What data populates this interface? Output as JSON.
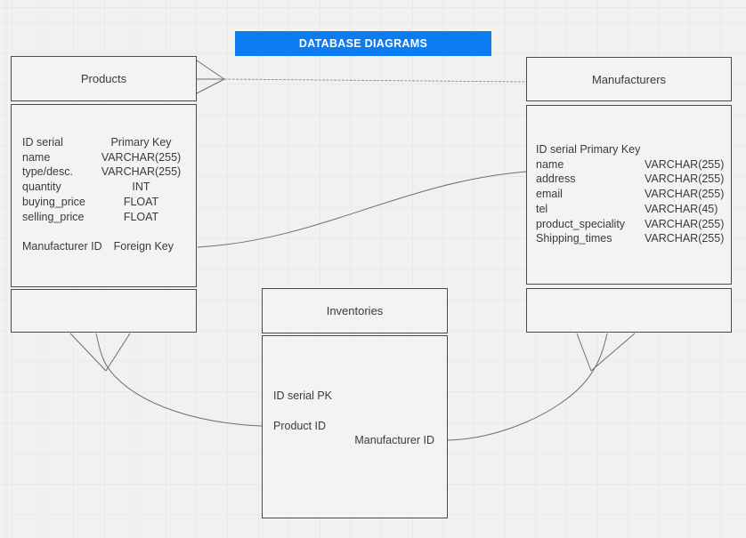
{
  "banner": {
    "label": "DATABASE DIAGRAMS",
    "color": "#0b7cf1"
  },
  "colors": {
    "background": "#f1f1f0",
    "table_fill": "#f3f3f1",
    "table_border": "#4b4b4b",
    "connector": "#6e6e6e",
    "text": "#3a3a3a"
  },
  "tables": {
    "products": {
      "title": "Products",
      "rows": [
        {
          "name": "ID serial",
          "type": "Primary Key"
        },
        {
          "name": "name",
          "type": "VARCHAR(255)"
        },
        {
          "name": "type/desc.",
          "type": "VARCHAR(255)"
        },
        {
          "name": "quantity",
          "type": "INT"
        },
        {
          "name": "buying_price",
          "type": "FLOAT"
        },
        {
          "name": "selling_price",
          "type": "FLOAT"
        }
      ],
      "fk_row": {
        "name": "Manufacturer ID",
        "type": "Foreign Key"
      }
    },
    "manufacturers": {
      "title": "Manufacturers",
      "rows": [
        {
          "name": "ID serial Primary Key",
          "type": ""
        },
        {
          "name": "name",
          "type": "VARCHAR(255)"
        },
        {
          "name": "address",
          "type": "VARCHAR(255)"
        },
        {
          "name": "email",
          "type": "VARCHAR(255)"
        },
        {
          "name": "tel",
          "type": "VARCHAR(45)"
        },
        {
          "name": "product_speciality",
          "type": "VARCHAR(255)"
        },
        {
          "name": "Shipping_times",
          "type": "VARCHAR(255)"
        }
      ]
    },
    "inventories": {
      "title": "Inventories",
      "fields": {
        "id": "ID serial PK",
        "product": "Product ID",
        "manufacturer": "Manufacturer ID"
      }
    }
  },
  "connectors": [
    {
      "name": "products-to-manufacturers-relation"
    },
    {
      "name": "products-fk-to-manufacturers-curve"
    },
    {
      "name": "products-to-inventories-curve"
    },
    {
      "name": "manufacturers-to-inventories-curve"
    }
  ]
}
